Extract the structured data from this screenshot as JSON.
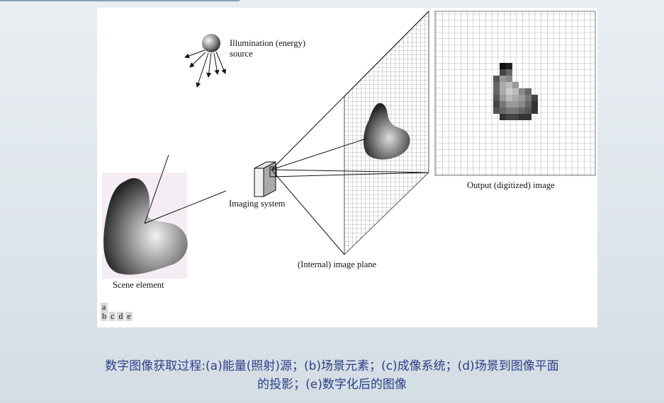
{
  "figure": {
    "labels": {
      "illumination": "Illumination (energy)",
      "illumination_2": "source",
      "output": "Output (digitized) image",
      "imaging_system": "Imaging system",
      "image_plane": "(Internal) image plane",
      "scene_element": "Scene element"
    },
    "panel_tags": [
      "a",
      "b",
      "c",
      "d",
      "e"
    ]
  },
  "caption": {
    "line1": "数字图像获取过程:(a)能量(照射)源；(b)场景元素；(c)成像系统；(d)场景到图像平面",
    "line2": "的投影；(e)数字化后的图像"
  },
  "colors": {
    "caption": "#2c3e87",
    "background": "#e3e9ee"
  }
}
